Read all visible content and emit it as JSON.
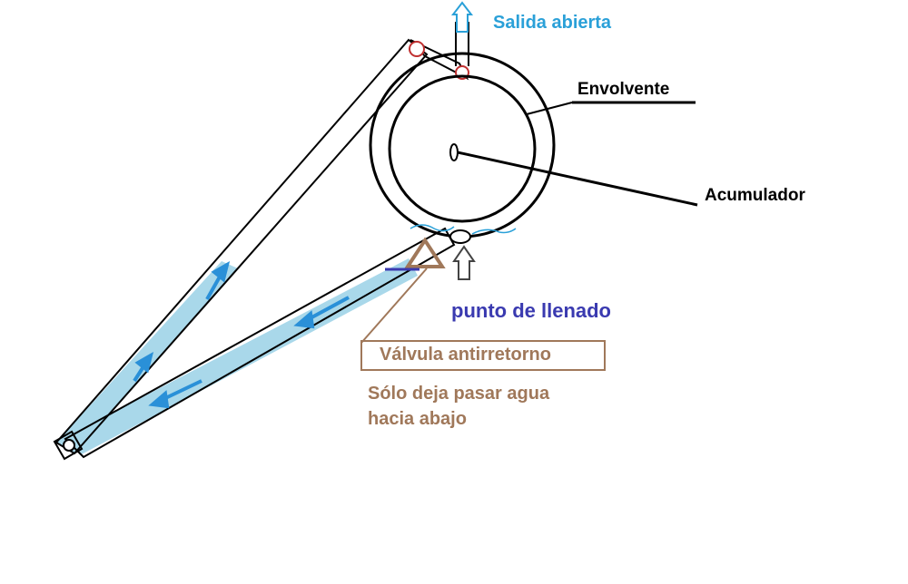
{
  "labels": {
    "outlet": "Salida abierta",
    "envelope": "Envolvente",
    "accumulator": "Acumulador",
    "fill_point": "punto de llenado",
    "valve": "Válvula antirretorno",
    "valve_note_1": "Sólo deja pasar agua",
    "valve_note_2": "hacia abajo"
  },
  "colors": {
    "line": "#000000",
    "outlet_blue": "#2aa0d8",
    "fill_blue": "#3a3ab0",
    "valve_brown": "#a0785a",
    "water": "#a9d8ea",
    "water_arrow": "#2a90d8",
    "port_red": "#c03030"
  }
}
